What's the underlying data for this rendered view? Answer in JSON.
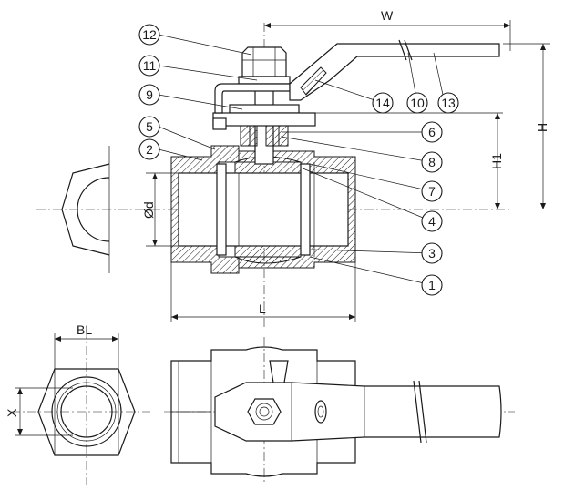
{
  "parts": [
    {
      "id": "1",
      "label": "1"
    },
    {
      "id": "2",
      "label": "2"
    },
    {
      "id": "3",
      "label": "3"
    },
    {
      "id": "4",
      "label": "4"
    },
    {
      "id": "5",
      "label": "5"
    },
    {
      "id": "6",
      "label": "6"
    },
    {
      "id": "7",
      "label": "7"
    },
    {
      "id": "8",
      "label": "8"
    },
    {
      "id": "9",
      "label": "9"
    },
    {
      "id": "10",
      "label": "10"
    },
    {
      "id": "11",
      "label": "11"
    },
    {
      "id": "12",
      "label": "12"
    },
    {
      "id": "13",
      "label": "13"
    },
    {
      "id": "14",
      "label": "14"
    }
  ],
  "dimensions": {
    "W": "W",
    "H": "H",
    "H1": "H1",
    "d": "Ød",
    "L": "L",
    "BL": "BL",
    "X": "X"
  }
}
